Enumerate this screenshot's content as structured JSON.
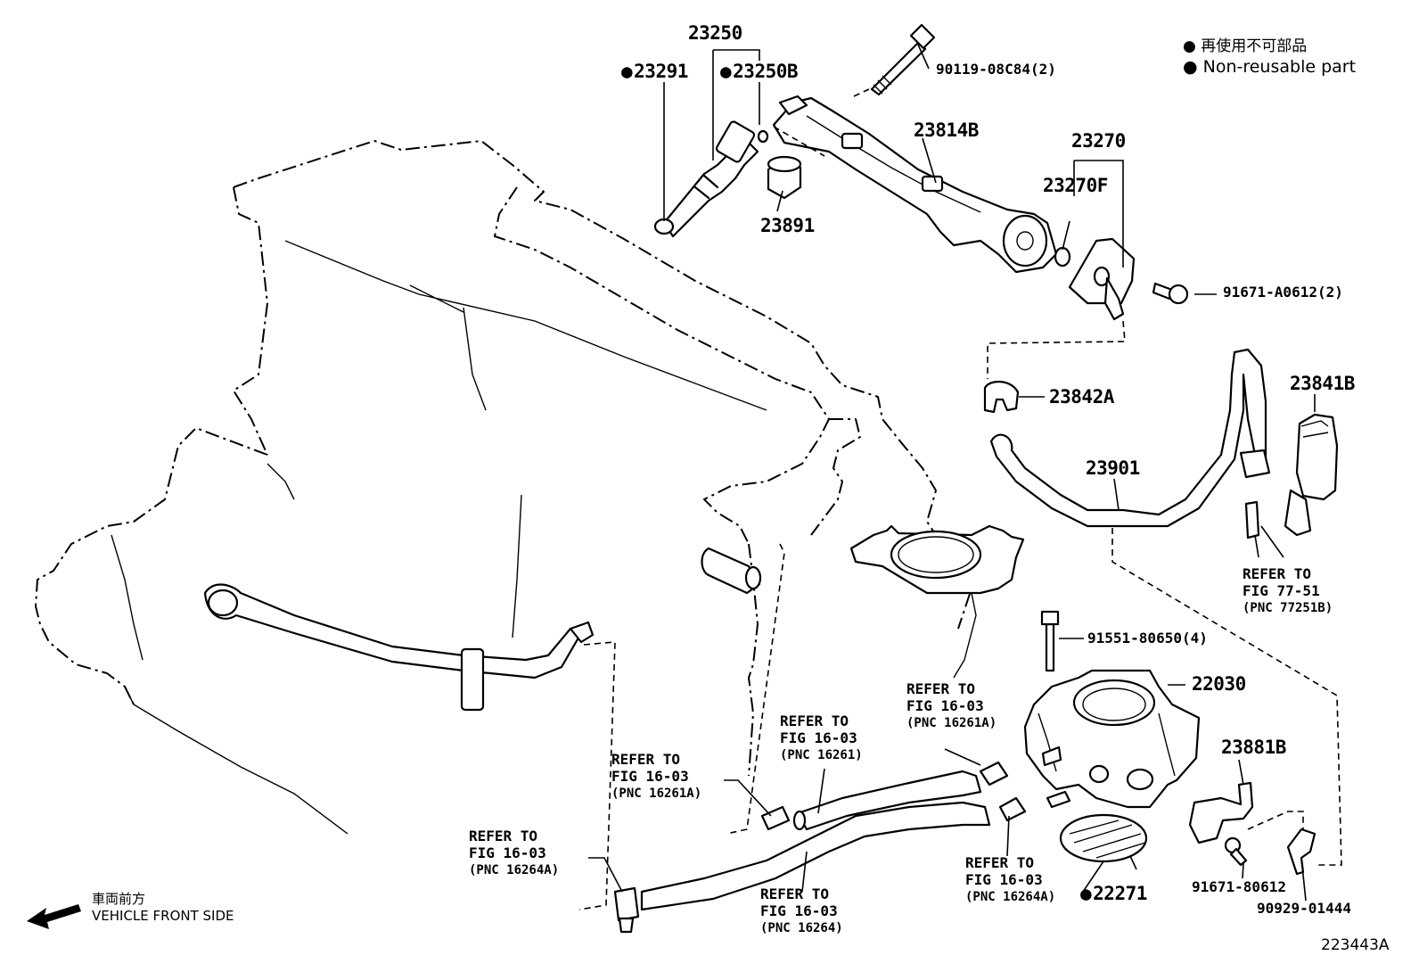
{
  "legend": {
    "line1": "● 再使用不可部品",
    "line2": "● Non-reusable part"
  },
  "parts": {
    "p23250": "23250",
    "p23291": "23291",
    "p23250b": "23250B",
    "p90119": "90119-08C84(2)",
    "p23814b": "23814B",
    "p23270": "23270",
    "p23270f": "23270F",
    "p23891": "23891",
    "p91671a": "91671-A0612(2)",
    "p23842a": "23842A",
    "p23841b": "23841B",
    "p23901": "23901",
    "p91551": "91551-80650(4)",
    "p22030": "22030",
    "p23881b": "23881B",
    "p91671": "91671-80612",
    "p90929": "90929-01444",
    "p22271": "22271"
  },
  "refs": {
    "r1": {
      "l1": "REFER TO",
      "l2": "FIG 77-51",
      "l3": "(PNC 77251B)"
    },
    "r2": {
      "l1": "REFER TO",
      "l2": "FIG 16-03",
      "l3": "(PNC 16261A)"
    },
    "r3": {
      "l1": "REFER TO",
      "l2": "FIG 16-03",
      "l3": "(PNC 16261)"
    },
    "r4": {
      "l1": "REFER TO",
      "l2": "FIG 16-03",
      "l3": "(PNC 16261A)"
    },
    "r5": {
      "l1": "REFER TO",
      "l2": "FIG 16-03",
      "l3": "(PNC 16264A)"
    },
    "r6": {
      "l1": "REFER TO",
      "l2": "FIG 16-03",
      "l3": "(PNC 16264)"
    },
    "r7": {
      "l1": "REFER TO",
      "l2": "FIG 16-03",
      "l3": "(PNC 16264A)"
    }
  },
  "front": {
    "jp": "車両前方",
    "en": "VEHICLE FRONT SIDE"
  },
  "figure_id": "223443A"
}
